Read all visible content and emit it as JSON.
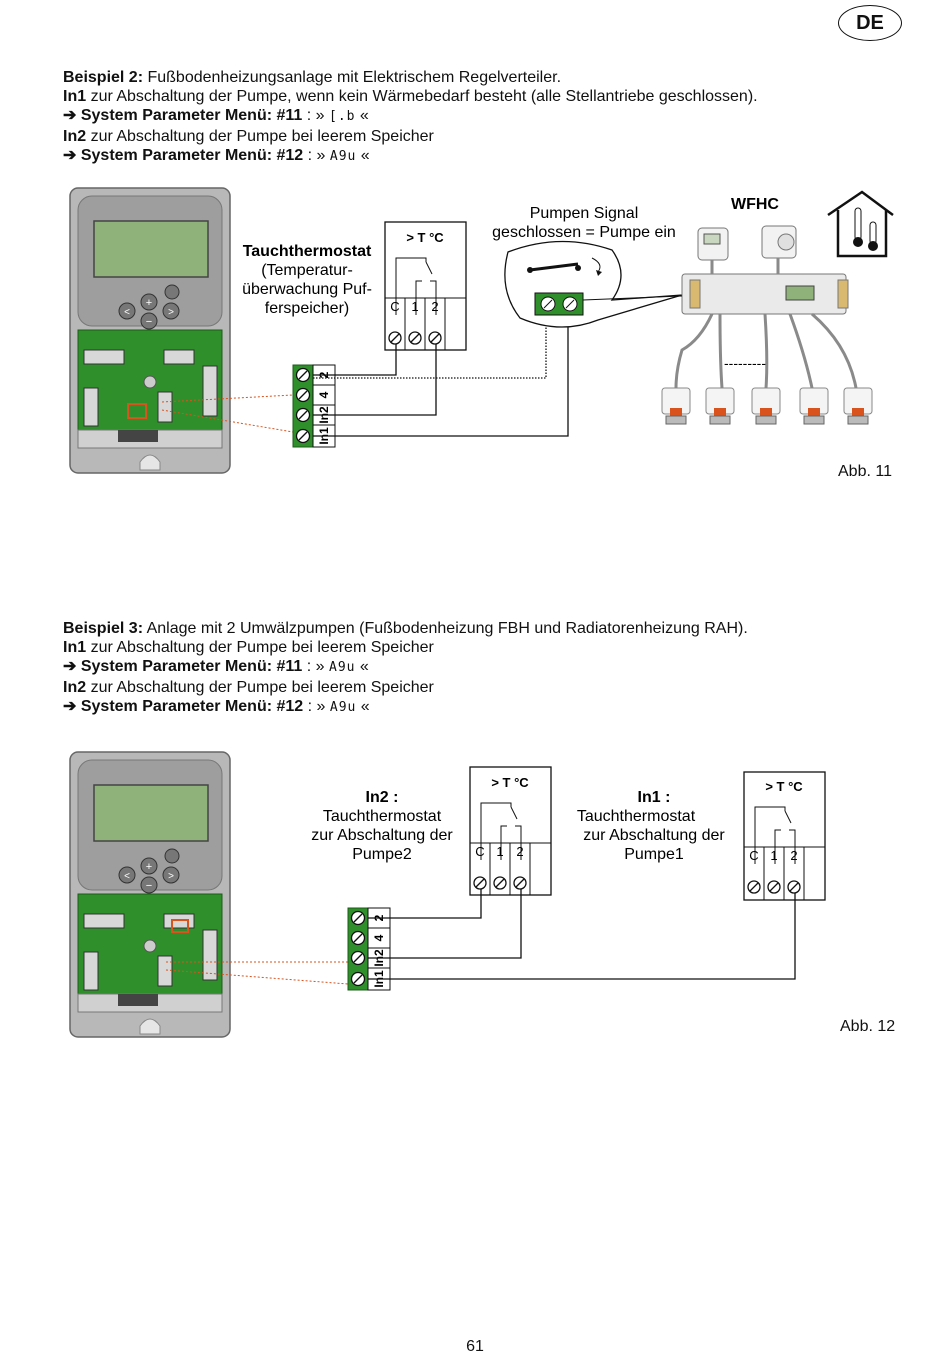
{
  "lang_badge": "DE",
  "example2": {
    "line1_label": "Beispiel 2:",
    "line1_text": " Fußbodenheizungsanlage mit Elektrischem Regelverteiler.",
    "line2_label": "In1",
    "line2_text": " zur Abschaltung der Pumpe, wenn kein Wärmebedarf besteht (alle Stellantriebe geschlossen).",
    "line3_arrow": "➔",
    "line3_label": "System Parameter Menü: #11",
    "line3_colon": " : » ",
    "line3_code": "[.b",
    "line3_end": " «",
    "line4_label": "In2",
    "line4_text": " zur Abschaltung der Pumpe bei leerem Speicher",
    "line5_arrow": "➔",
    "line5_label": "System Parameter Menü: #12",
    "line5_colon": " : » ",
    "line5_code": "A9u",
    "line5_end": " «"
  },
  "fig11": {
    "thermostat_title": "Tauchthermostat",
    "thermostat_line2": "(Temperatur-",
    "thermostat_line3": "überwachung Puf-",
    "thermostat_line4": "ferspeicher)",
    "box_header": "> T °C",
    "box_terms": [
      "C",
      "1",
      "2"
    ],
    "pump_signal_1": "Pumpen Signal",
    "pump_signal_2": "geschlossen = Pumpe ein",
    "wfhc": "WFHC",
    "dashes": "---------",
    "terminal_labels": [
      "2",
      "4",
      "In2",
      "In1"
    ],
    "caption": "Abb. 11"
  },
  "example3": {
    "line1_label": "Beispiel 3:",
    "line1_text": " Anlage mit 2 Umwälzpumpen (Fußbodenheizung FBH und Radiatorenheizung RAH).",
    "line2_label": "In1",
    "line2_text": " zur Abschaltung der Pumpe bei leerem Speicher",
    "line3_arrow": "➔",
    "line3_label": "System Parameter Menü: #11",
    "line3_colon": " : » ",
    "line3_code": "A9u",
    "line3_end": " «",
    "line4_label": "In2",
    "line4_text": " zur Abschaltung der Pumpe bei leerem Speicher",
    "line5_arrow": "➔",
    "line5_label": "System Parameter Menü: #12",
    "line5_colon": " : » ",
    "line5_code": "A9u",
    "line5_end": " «"
  },
  "fig12": {
    "in2_title": "In2 :",
    "in2_line2": "Tauchthermostat",
    "in2_line3": "zur Abschaltung der",
    "in2_line4": "Pumpe2",
    "in1_title": "In1 :",
    "in1_line2": "Tauchthermostat",
    "in1_line3": "zur Abschaltung der",
    "in1_line4": "Pumpe1",
    "box_header": "> T °C",
    "box_terms": [
      "C",
      "1",
      "2"
    ],
    "terminal_labels": [
      "2",
      "4",
      "In2",
      "In1"
    ],
    "caption": "Abb. 12"
  },
  "page_number": "61",
  "colors": {
    "pcb_green": "#2f8f2a",
    "housing_grey": "#a9a9a9",
    "display_green": "#8fb17a",
    "actuator_red": "#d9531e"
  }
}
